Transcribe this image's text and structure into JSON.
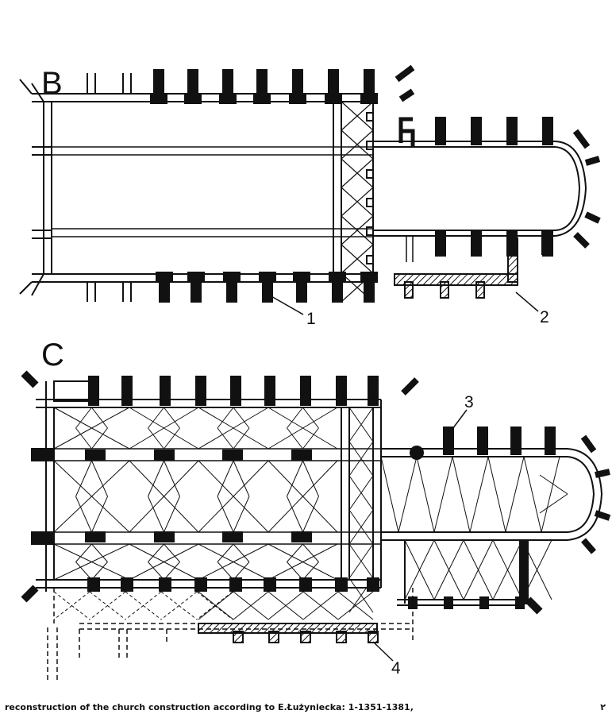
{
  "labels": {
    "plan_b": "B",
    "plan_c": "C",
    "marker_1": "1",
    "marker_2": "2",
    "marker_3": "3",
    "marker_4": "4"
  },
  "caption": "reconstruction of the church construction according to E.Łużyniecka: 1-1351-1381,",
  "corner_mark": "٢",
  "colors": {
    "ink": "#111111",
    "paper": "#ffffff"
  }
}
